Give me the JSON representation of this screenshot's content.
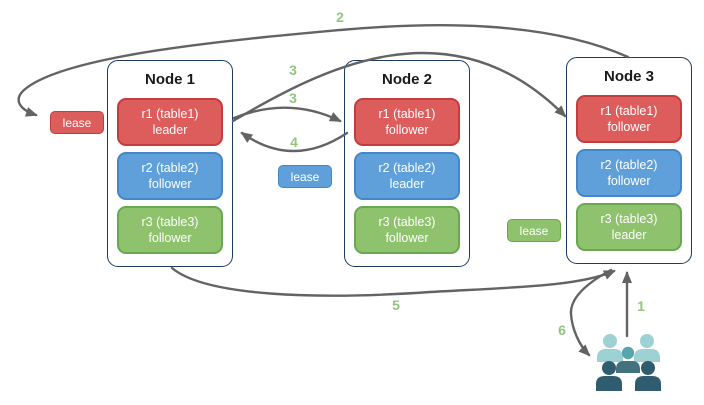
{
  "nodes": [
    {
      "title": "Node 1",
      "ranges": [
        {
          "label": "r1 (table1)",
          "role": "leader",
          "color": "red"
        },
        {
          "label": "r2 (table2)",
          "role": "follower",
          "color": "blue"
        },
        {
          "label": "r3 (table3)",
          "role": "follower",
          "color": "green"
        }
      ]
    },
    {
      "title": "Node 2",
      "ranges": [
        {
          "label": "r1 (table1)",
          "role": "follower",
          "color": "red"
        },
        {
          "label": "r2 (table2)",
          "role": "leader",
          "color": "blue"
        },
        {
          "label": "r3 (table3)",
          "role": "follower",
          "color": "green"
        }
      ]
    },
    {
      "title": "Node 3",
      "ranges": [
        {
          "label": "r1 (table1)",
          "role": "follower",
          "color": "red"
        },
        {
          "label": "r2 (table2)",
          "role": "follower",
          "color": "blue"
        },
        {
          "label": "r3 (table3)",
          "role": "leader",
          "color": "green"
        }
      ]
    }
  ],
  "leases": [
    {
      "label": "lease",
      "color": "red"
    },
    {
      "label": "lease",
      "color": "blue"
    },
    {
      "label": "lease",
      "color": "green"
    }
  ],
  "steps": {
    "s1": "1",
    "s2": "2",
    "s3a": "3",
    "s3b": "3",
    "s4": "4",
    "s5": "5",
    "s6": "6"
  },
  "colors": {
    "node_border": "#1d3a5f",
    "range_red": "#dd5c5c",
    "range_red_border": "#c43d3d",
    "range_blue": "#60a0da",
    "range_blue_border": "#4586c8",
    "range_green": "#8ec26d",
    "range_green_border": "#6aa84f",
    "arrow": "#636363",
    "step_number": "#93c47d",
    "users_light": "#9ed1d3",
    "users_medium": "#58a7ad",
    "users_medium_body": "#44717e",
    "users_dark": "#2f5c6e"
  }
}
